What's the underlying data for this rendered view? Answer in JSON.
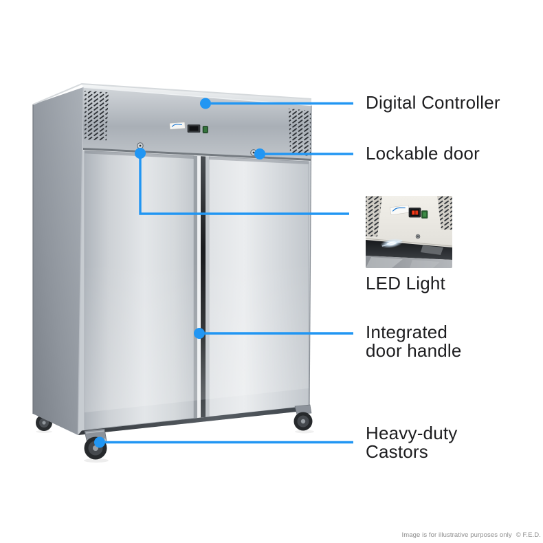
{
  "product_diagram": {
    "callouts": {
      "digital_controller": "Digital Controller",
      "lockable_door": "Lockable door",
      "led_light": "LED Light",
      "integrated_door_handle": "Integrated door handle",
      "heavy_duty_castors": "Heavy-duty Castors"
    },
    "footer": {
      "disclaimer": "Image is for illustrative purposes only",
      "copyright": "© F.E.D."
    },
    "colors": {
      "accent_blue": "#2196f3",
      "label_text": "#1d1d1f",
      "footer_text": "#8d8d8d"
    }
  }
}
